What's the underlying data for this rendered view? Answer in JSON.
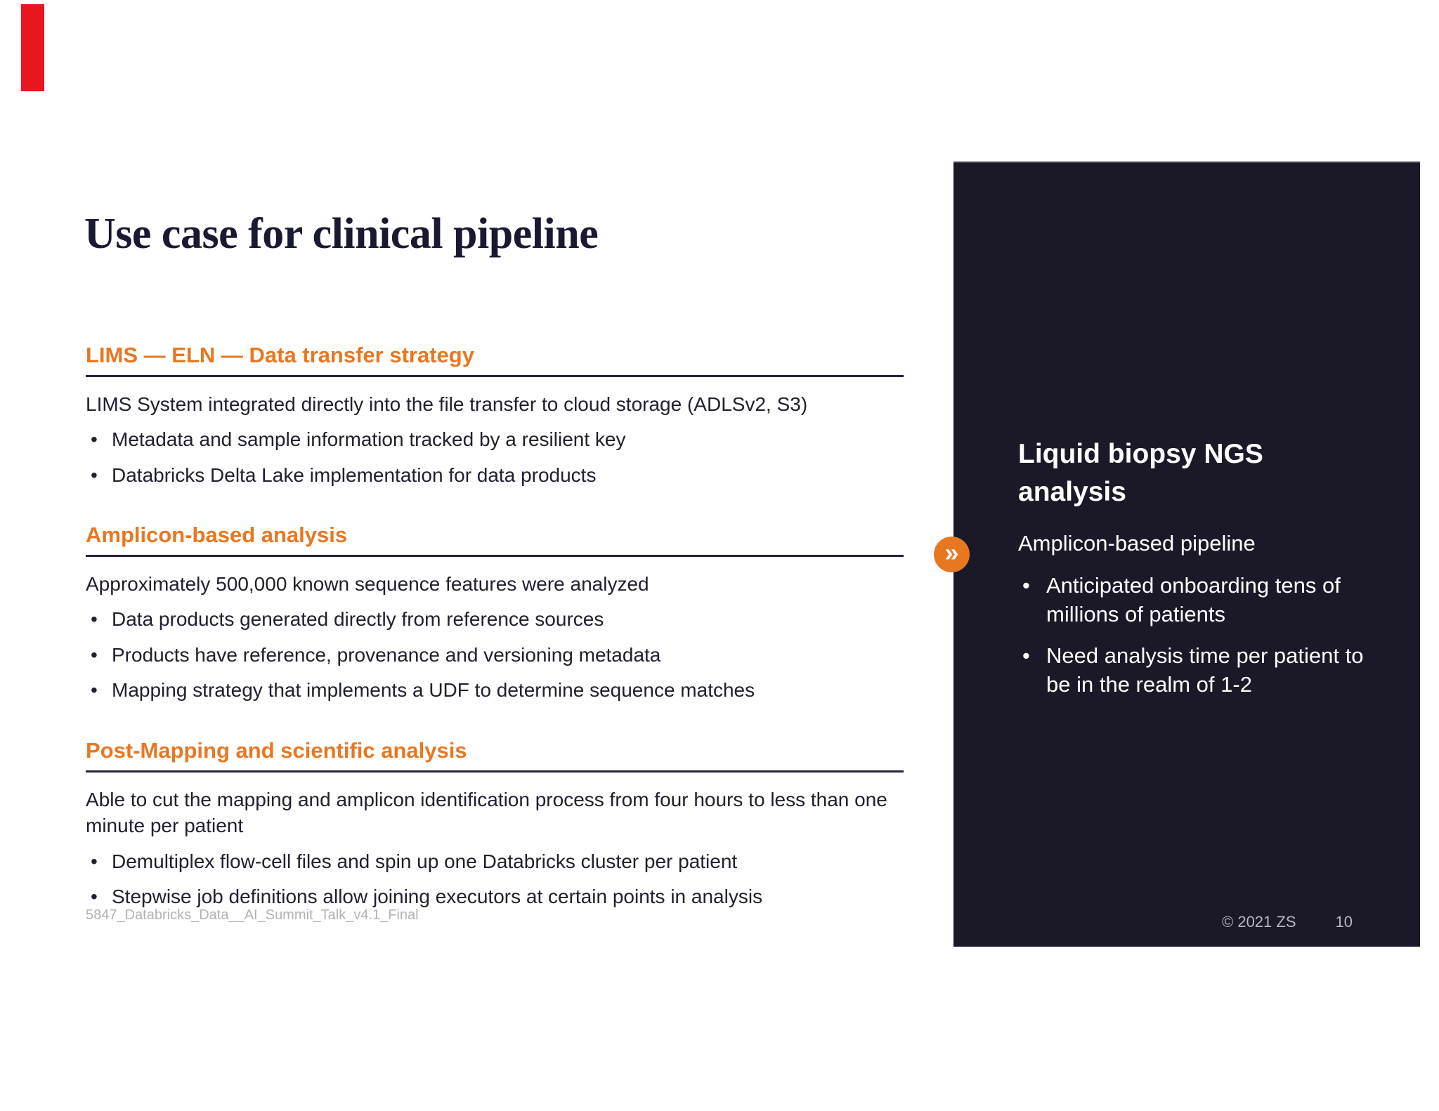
{
  "main": {
    "title": "Use case for clinical pipeline",
    "sections": [
      {
        "heading": "LIMS — ELN — Data transfer strategy",
        "intro": "LIMS System integrated directly into the file transfer to cloud storage (ADLSv2, S3)",
        "bullets": [
          "Metadata and sample information tracked by a resilient key",
          "Databricks Delta Lake implementation for data products"
        ]
      },
      {
        "heading": "Amplicon-based analysis",
        "intro": "Approximately 500,000 known sequence features were analyzed",
        "bullets": [
          "Data products generated directly from reference sources",
          "Products have reference, provenance and versioning metadata",
          "Mapping strategy that implements a UDF to determine sequence matches"
        ]
      },
      {
        "heading": "Post-Mapping and scientific analysis",
        "intro": "Able to cut the mapping and amplicon identification process from four hours to less than one minute per patient",
        "bullets": [
          "Demultiplex flow-cell files and spin up one Databricks cluster per patient",
          "Stepwise job definitions allow joining executors at certain points in analysis"
        ]
      }
    ],
    "footnote": "5847_Databricks_Data__AI_Summit_Talk_v4.1_Final"
  },
  "panel": {
    "title": "Liquid biopsy NGS analysis",
    "subtitle": "Amplicon-based pipeline",
    "bullets": [
      "Anticipated onboarding tens of millions of patients",
      "Need analysis time per patient to be in the realm of 1-2"
    ],
    "copyright": "© 2021 ZS",
    "page_number": "10",
    "chevron_icon": "»"
  },
  "colors": {
    "accent_orange": "#E87722",
    "accent_red": "#E8171F",
    "panel_background": "#1B1928",
    "text_dark": "#20202e",
    "footnote_gray": "#b2b2b2",
    "panel_footer_gray": "#b9b7c3"
  }
}
